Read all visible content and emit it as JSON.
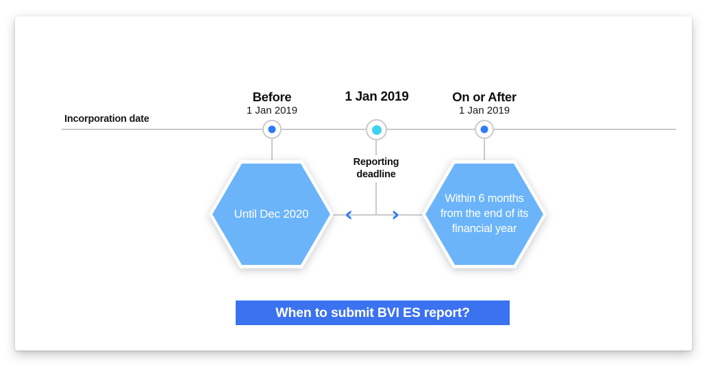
{
  "card": {
    "axis_label": "Incorporation date"
  },
  "timeline": {
    "milestones": [
      {
        "id": "before",
        "title": "Before",
        "subtitle": "1 Jan 2019",
        "marker_color": "#2f7bf5"
      },
      {
        "id": "on-date",
        "title": "1 Jan 2019",
        "subtitle": "",
        "marker_color": "#3ed2f0"
      },
      {
        "id": "on-or-after",
        "title": "On or After",
        "subtitle": "1 Jan 2019",
        "marker_color": "#2f7bf5"
      }
    ],
    "center_label_line1": "Reporting",
    "center_label_line2": "deadline",
    "axis_color": "#c8cacd"
  },
  "hexagons": [
    {
      "id": "left",
      "lines": [
        "Until Dec 2020"
      ],
      "fill": "#6bb4fa",
      "text_color": "#ffffff"
    },
    {
      "id": "right",
      "lines": [
        "Within 6 months",
        "from the end of its",
        "financial year"
      ],
      "fill": "#6bb4fa",
      "text_color": "#ffffff"
    }
  ],
  "arrows": {
    "left_chevron": "‹",
    "right_chevron": "›",
    "color": "#2f7bf5"
  },
  "banner": {
    "text": "When to submit BVI ES report?",
    "background": "#3b72f0",
    "text_color": "#ffffff"
  }
}
